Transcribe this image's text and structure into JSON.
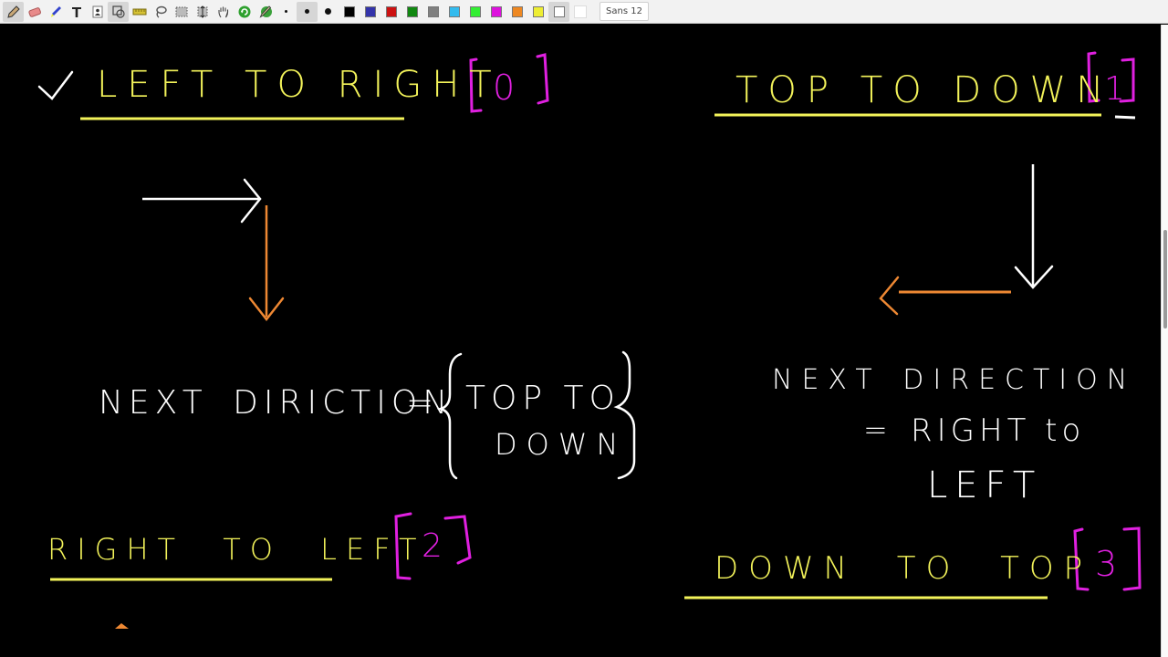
{
  "toolbar": {
    "tools": [
      {
        "name": "pen-tool",
        "label": "Pen",
        "active": true
      },
      {
        "name": "eraser-tool",
        "label": "Eraser",
        "active": false
      },
      {
        "name": "highlighter-tool",
        "label": "Highlighter",
        "active": false
      },
      {
        "name": "text-tool",
        "label": "Text",
        "active": false
      },
      {
        "name": "image-tool",
        "label": "Image",
        "active": false
      },
      {
        "name": "shape-tool",
        "label": "Shape",
        "active": true
      },
      {
        "name": "ruler-tool",
        "label": "Ruler",
        "active": false
      },
      {
        "name": "lasso-tool",
        "label": "Lasso",
        "active": false
      },
      {
        "name": "select-rect-tool",
        "label": "Select Region",
        "active": false
      },
      {
        "name": "vertical-space-tool",
        "label": "Vertical Space",
        "active": false
      },
      {
        "name": "hand-tool",
        "label": "Hand",
        "active": false
      },
      {
        "name": "play-object-tool",
        "label": "Play",
        "active": false
      },
      {
        "name": "pen-settings-tool",
        "label": "Pen Settings",
        "active": false
      }
    ],
    "sizes": [
      "fine",
      "medium",
      "thick"
    ],
    "active_size": "medium",
    "colors": [
      "#000000",
      "#3333aa",
      "#cc1111",
      "#118811",
      "#808080",
      "#33bbee",
      "#33ee33",
      "#dd11dd",
      "#ee8822",
      "#eeee33",
      "#ffffff"
    ],
    "active_color": "#ffffff",
    "font_name": "Sans",
    "font_size": "12"
  },
  "canvas": {
    "background": "#000000",
    "sections": [
      {
        "id": "left-to-right",
        "checkmark": "✓",
        "title": "LEFT TO RIGHT",
        "index": "[0]",
        "index_value": "0"
      },
      {
        "id": "top-to-down",
        "title": "TOP TO DOWN",
        "index": "[1]",
        "index_value": "1"
      },
      {
        "id": "right-to-left",
        "title": "RIGHT TO LEFT",
        "index": "[2]",
        "index_value": "2"
      },
      {
        "id": "down-to-top",
        "title": "DOWN TO TOP",
        "index": "[3]",
        "index_value": "3"
      }
    ],
    "notes": {
      "left_note_label": "NEXT DIRICTION",
      "left_note_equals": "=",
      "left_note_value_line1": "TOP TO",
      "left_note_value_line2": "DOWN",
      "right_note_label": "NEXT DIRECTION",
      "right_note_equals": "=",
      "right_note_value_line1": "RIGHT to",
      "right_note_value_line2": "LEFT"
    },
    "ink_colors": {
      "title": "#f3f35a",
      "index": "#e020e0",
      "note": "#ffffff",
      "arrow_primary": "#ffffff",
      "arrow_next": "#ee8833"
    }
  }
}
